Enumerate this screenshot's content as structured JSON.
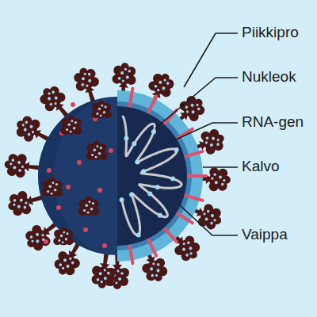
{
  "diagram": {
    "labels": [
      "Piikkipro",
      "Nukleok",
      "RNA-gen",
      "Kalvo",
      "Vaippa"
    ]
  }
}
